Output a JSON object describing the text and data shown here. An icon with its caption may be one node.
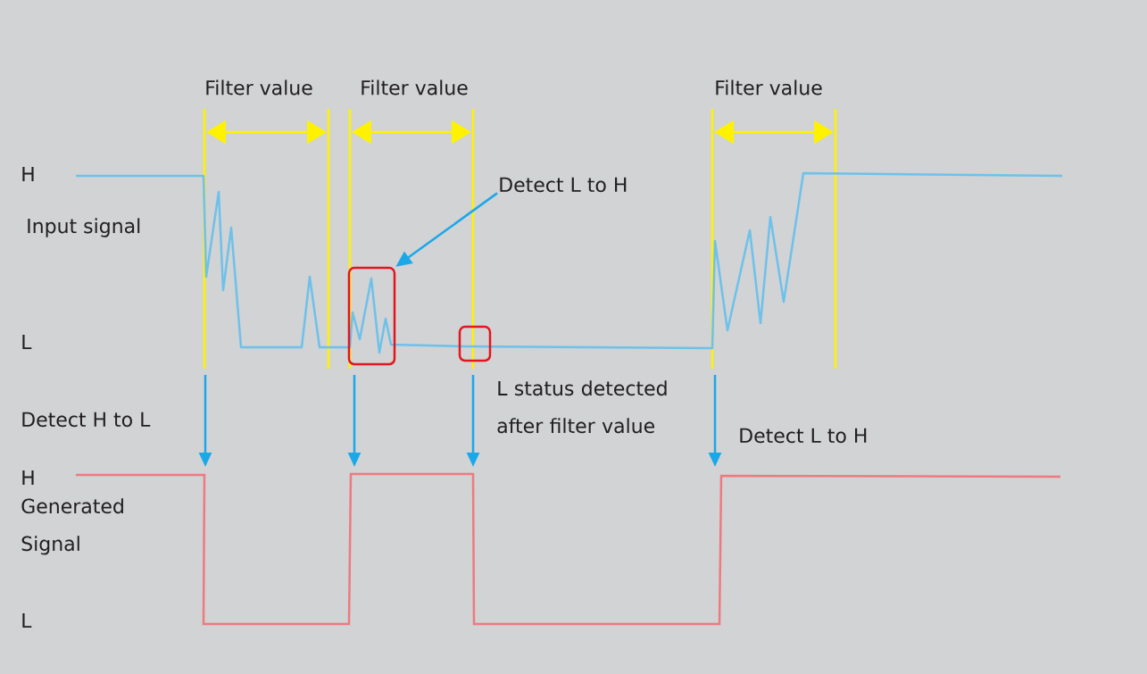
{
  "diagram": {
    "nodes": [
      {
        "text": [
          "Detect L to H"
        ]
      },
      {
        "text": [],
        "shape": "box"
      },
      {
        "text": [],
        "shape": "box"
      }
    ],
    "edges": [
      {
        "from": 0,
        "to": 1,
        "arrow": "to"
      }
    ],
    "labels": [
      "Filter value",
      "Filter value",
      "Filter value",
      "H",
      "Input signal",
      "L",
      "Detect H to L",
      "L status detected after filter value",
      "Detect L to H",
      "H",
      "Generated Signal",
      "L"
    ]
  }
}
